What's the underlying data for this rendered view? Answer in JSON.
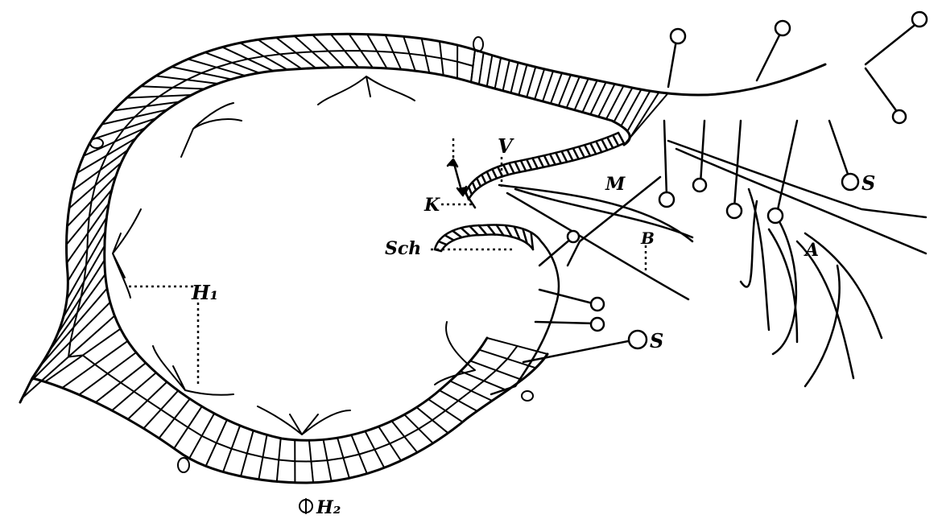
{
  "diagram": {
    "labels": {
      "V": "V",
      "K": "K",
      "M": "M",
      "S_upper": "S",
      "Sch": "Sch",
      "B": "B",
      "A": "A",
      "H1": "H₁",
      "S_lower": "S",
      "H2": "H₂"
    },
    "colors": {
      "ink": "#000000",
      "paper": "#ffffff"
    }
  }
}
